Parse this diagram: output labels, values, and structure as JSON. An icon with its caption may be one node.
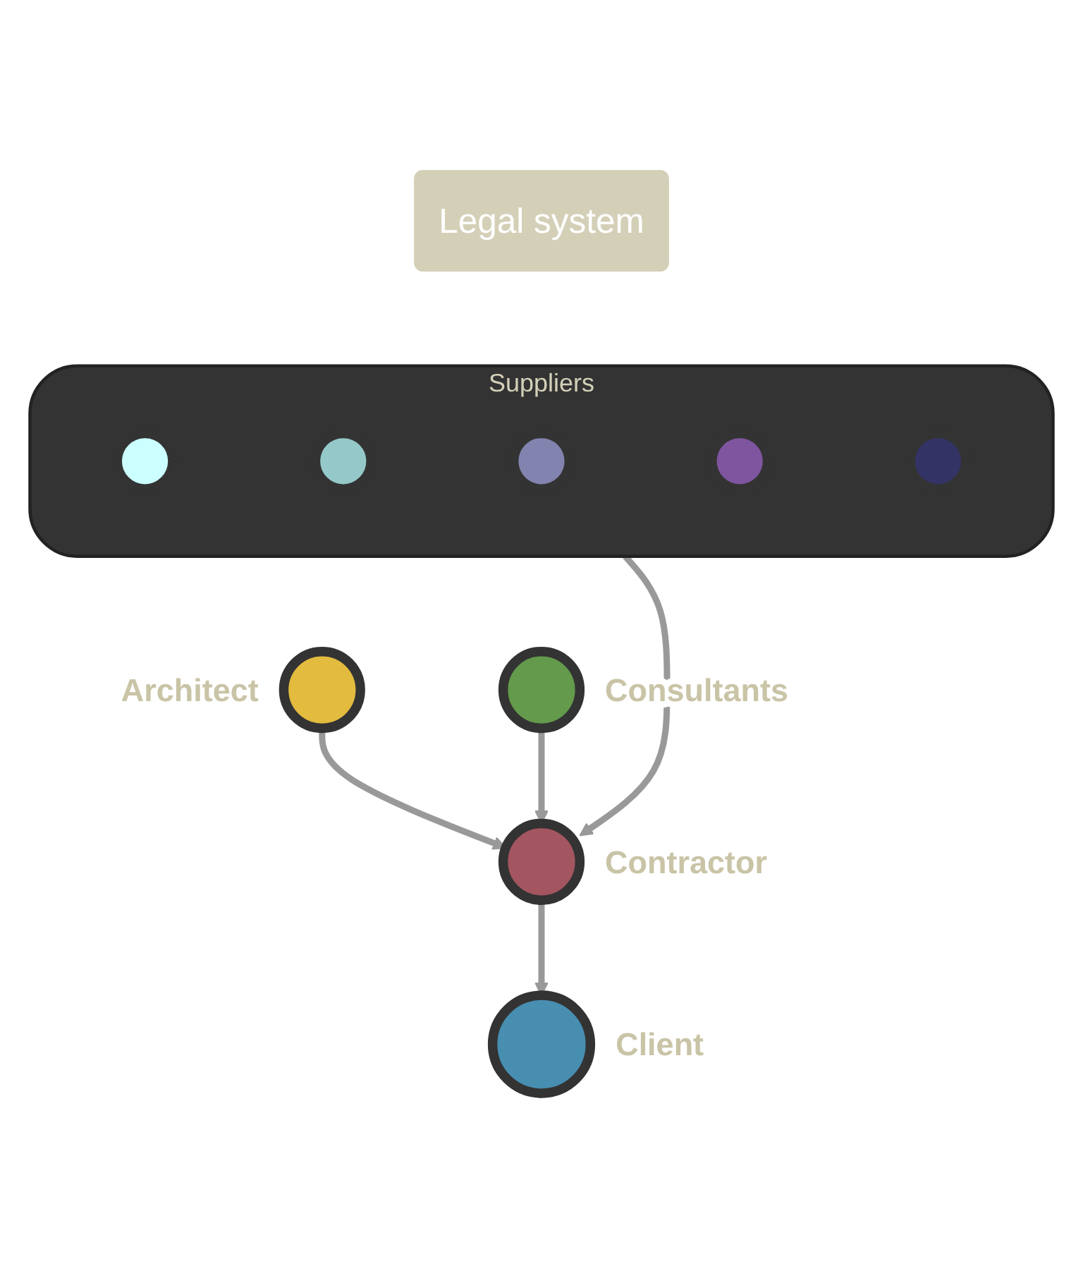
{
  "diagram": {
    "nodes": [
      {
        "text": [
          "Legal system"
        ]
      },
      {
        "text": [
          "Suppliers"
        ]
      },
      {
        "text": [],
        "shape": "circle",
        "in": 1
      },
      {
        "text": [],
        "shape": "circle",
        "in": 1
      },
      {
        "text": [],
        "shape": "circle",
        "in": 1
      },
      {
        "text": [],
        "shape": "circle",
        "in": 1
      },
      {
        "text": [],
        "shape": "circle",
        "in": 1
      },
      {
        "text": [],
        "shape": "circle",
        "beside": [
          "Architect"
        ]
      },
      {
        "text": [],
        "shape": "circle",
        "beside": [
          "Consultants"
        ]
      },
      {
        "text": [],
        "shape": "circle",
        "beside": [
          "Contractor"
        ]
      },
      {
        "text": [],
        "shape": "circle",
        "beside": [
          "Client"
        ]
      }
    ],
    "edges": [
      {
        "from": 1,
        "to": 9,
        "arrow": "to"
      },
      {
        "from": 7,
        "to": 9,
        "arrow": "to"
      },
      {
        "from": 8,
        "to": 9,
        "arrow": "to"
      },
      {
        "from": 9,
        "to": 10,
        "arrow": "to"
      }
    ]
  }
}
